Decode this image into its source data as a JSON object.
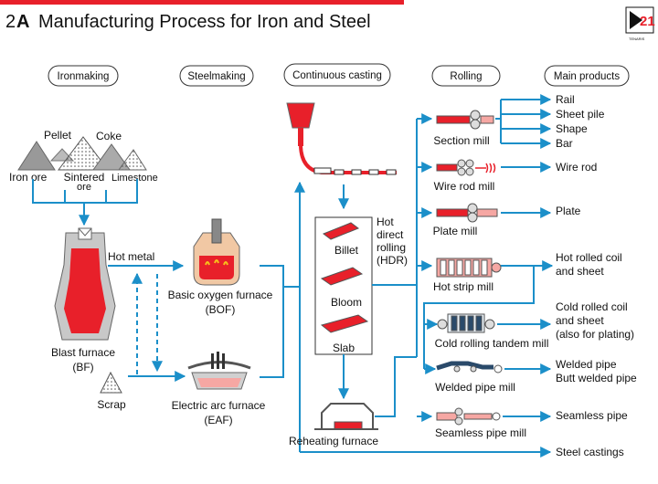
{
  "colors": {
    "flow": "#1b8fc9",
    "accent": "#e8202a",
    "pale_red": "#f6a7a3",
    "title_bar": "#e8202a"
  },
  "title": {
    "number": "2",
    "letter": "A",
    "text": "Manufacturing Process for Iron and Steel"
  },
  "stages": [
    "Ironmaking",
    "Steelmaking",
    "Continuous casting",
    "Rolling",
    "Main products"
  ],
  "raw_materials": {
    "pellet": "Pellet",
    "coke": "Coke",
    "iron_ore": "Iron ore",
    "sintered_1": "Sintered",
    "sintered_2": "ore",
    "limestone": "Limestone",
    "scrap": "Scrap"
  },
  "furnaces": {
    "blast_1": "Blast furnace",
    "blast_2": "(BF)",
    "hot_metal": "Hot metal",
    "bof_1": "Basic oxygen furnace",
    "bof_2": "(BOF)",
    "eaf_1": "Electric arc furnace",
    "eaf_2": "(EAF)"
  },
  "casting": {
    "billet": "Billet",
    "bloom": "Bloom",
    "slab": "Slab",
    "hdr": [
      "Hot",
      "direct",
      "rolling",
      "(HDR)"
    ],
    "reheating": "Reheating furnace"
  },
  "mills": {
    "section": "Section mill",
    "wire_rod": "Wire rod mill",
    "plate": "Plate mill",
    "hot_strip": "Hot strip mill",
    "cold_tandem": "Cold rolling tandem mill",
    "welded_pipe": "Welded pipe mill",
    "seamless_pipe": "Seamless pipe mill"
  },
  "products": {
    "rail": "Rail",
    "sheet_pile": "Sheet pile",
    "shape": "Shape",
    "bar": "Bar",
    "wire_rod": "Wire rod",
    "plate": "Plate",
    "hot_rolled_1": "Hot rolled coil",
    "hot_rolled_2": "and sheet",
    "cold_rolled_1": "Cold rolled coil",
    "cold_rolled_2": "and sheet",
    "cold_rolled_3": "(also for plating)",
    "welded_pipe": "Welded pipe",
    "butt_welded": "Butt welded pipe",
    "seamless_pipe": "Seamless pipe",
    "steel_castings": "Steel castings"
  },
  "logo": {
    "text": "TENARIS",
    "number": "21"
  }
}
